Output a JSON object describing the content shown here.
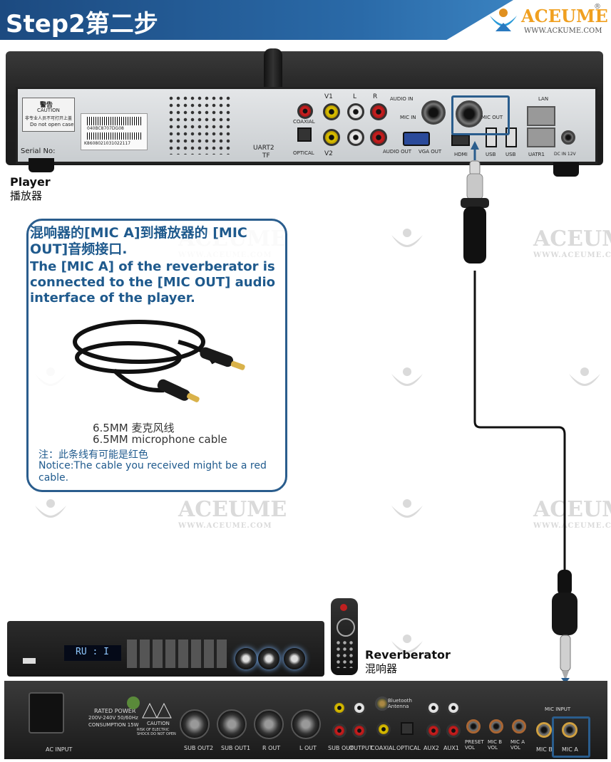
{
  "header": {
    "title": "Step2第二步",
    "brand_name": "ACEUME",
    "brand_reg": "®",
    "brand_url": "WWW.ACKUME.COM"
  },
  "watermark": {
    "name": "ACEUME",
    "url": "WWW.ACEUME.COM"
  },
  "player": {
    "label_en": "Player",
    "label_cn": "播放器",
    "warning_cn": "警告",
    "warning_en": "CAUTION",
    "warning_sub_cn": "非专业人员不可打开上盖",
    "warning_sub_en": "Do not open case",
    "barcode1": "040BC8707DG08",
    "barcode2": "K8608021031022117",
    "serial_label": "Serial No:",
    "ports": {
      "uart2": "UART2",
      "tf": "TF",
      "coaxial": "COAXIAL",
      "optical": "OPTICAL",
      "v1": "V1",
      "v2": "V2",
      "l": "L",
      "r": "R",
      "audio_in": "AUDIO IN",
      "audio_out": "AUDIO OUT",
      "vga_out": "VGA OUT",
      "mic_in": "MIC IN",
      "mic_out": "MIC OUT",
      "hdmi": "HDMI",
      "usb1": "USB",
      "usb2": "USB",
      "lan": "LAN",
      "uatr1": "UATR1",
      "dc": "DC IN 12V"
    }
  },
  "callout": {
    "cn_text": "混响器的[MIC A]到播放器的 [MIC OUT]音频接口.",
    "en_text": "The [MIC A] of the reverberator is connected to the [MIC OUT] audio interface of the player.",
    "cable_cn": "6.5MM 麦克风线",
    "cable_en": "6.5MM microphone cable",
    "note_cn": "注：此条线有可能是红色",
    "note_en": "Notice:The cable you received might be a red cable."
  },
  "reverberator": {
    "label_en": "Reverberator",
    "label_cn": "混响器",
    "display": "RU : I",
    "ports": {
      "ac_input": "AC INPUT",
      "rated_power": "RATED POWER",
      "voltage": "200V-240V 50/60Hz",
      "consumption": "CONSUMPTION 15W",
      "caution": "CAUTION",
      "caution_sub": "RISK OF ELECTRIC SHOCK DO NOT OPEN",
      "sub_out2": "SUB OUT2",
      "sub_out1": "SUB OUT1",
      "r_out": "R OUT",
      "l_out": "L OUT",
      "sub_out": "SUB OUT",
      "output": "OUTPUT",
      "bluetooth": "Bluetooth Antenna",
      "coaxial": "COAXIAL",
      "optical": "OPTICAL",
      "aux2": "AUX2",
      "aux1": "AUX1",
      "preset_vol": "PRESET VOL",
      "mic_b_vol": "MIC B VOL",
      "mic_a_vol": "MIC A VOL",
      "mic_input": "MIC INPUT",
      "mic_b": "MIC B",
      "mic_a": "MIC A"
    }
  },
  "colors": {
    "accent": "#1f5a8d",
    "banner": "#2a6aa8",
    "brand": "#f0a020"
  }
}
